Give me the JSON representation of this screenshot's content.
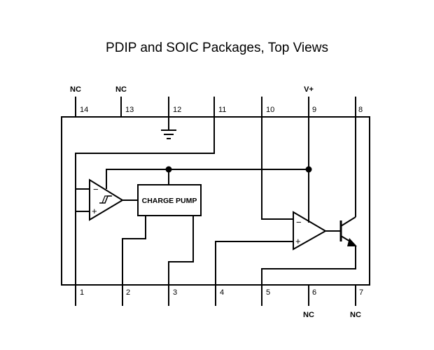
{
  "title": "PDIP and SOIC Packages, Top Views",
  "top_pins": [
    {
      "num": "14",
      "label": "NC"
    },
    {
      "num": "13",
      "label": "NC"
    },
    {
      "num": "12",
      "label": ""
    },
    {
      "num": "11",
      "label": ""
    },
    {
      "num": "10",
      "label": ""
    },
    {
      "num": "9",
      "label": "V+"
    },
    {
      "num": "8",
      "label": ""
    }
  ],
  "bottom_pins": [
    {
      "num": "1",
      "label": ""
    },
    {
      "num": "2",
      "label": ""
    },
    {
      "num": "3",
      "label": ""
    },
    {
      "num": "4",
      "label": ""
    },
    {
      "num": "5",
      "label": ""
    },
    {
      "num": "6",
      "label": "NC"
    },
    {
      "num": "7",
      "label": "NC"
    }
  ],
  "charge_pump_label": "CHARGE PUMP",
  "comparator_signs": {
    "minus": "−",
    "plus": "+"
  },
  "opamp_signs": {
    "minus": "−",
    "plus": "+"
  }
}
